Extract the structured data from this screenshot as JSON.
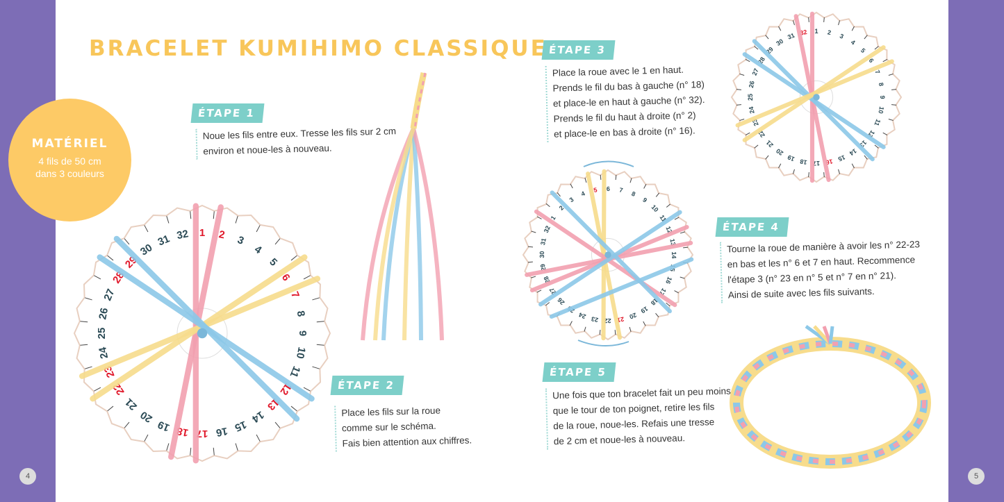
{
  "title": "BRACELET KUMIHIMO CLASSIQUE",
  "material": {
    "heading": "MATÉRIEL",
    "lines": [
      "4 fils de 50 cm",
      "dans 3 couleurs"
    ]
  },
  "steps": [
    {
      "label": "ÉTAPE 1",
      "lines": [
        "Noue les fils entre eux. Tresse les fils sur 2 cm",
        "environ et noue-les à nouveau."
      ]
    },
    {
      "label": "ÉTAPE 2",
      "lines": [
        "Place les fils sur la roue",
        "comme sur le schéma.",
        "Fais bien attention aux chiffres."
      ]
    },
    {
      "label": "ÉTAPE 3",
      "lines": [
        "Place la roue avec le 1 en haut.",
        "Prends le fil du bas à gauche (n° 18)",
        "et place-le en haut à gauche (n° 32).",
        "Prends le fil du haut à droite (n° 2)",
        "et place-le en bas à droite (n° 16)."
      ]
    },
    {
      "label": "ÉTAPE 4",
      "lines": [
        "Tourne la roue de manière à avoir les n° 22-23",
        "en bas et les n° 6 et 7 en haut. Recommence",
        "l'étape 3 (n° 23 en n° 5 et n° 7 en n° 21).",
        "Ainsi de suite avec les fils suivants."
      ]
    },
    {
      "label": "ÉTAPE 5",
      "lines": [
        "Une fois que ton bracelet fait un peu moins",
        "que le tour de ton poignet, retire les fils",
        "de la roue, noue-les. Refais une tresse",
        "de 2 cm et noue-les à nouveau."
      ]
    }
  ],
  "page_numbers": [
    "4",
    "5"
  ],
  "colors": {
    "purple": "#7d6db6",
    "yellow": "#fdca66",
    "teal": "#7dcfc9",
    "pink": "#f2a0b0",
    "blue": "#8cc8e8",
    "thread_yellow": "#f7dc8c",
    "red_number": "#e0182a"
  },
  "wheels": [
    {
      "numbers_count": 32,
      "red": [
        1,
        2,
        6,
        7,
        12,
        13,
        17,
        18,
        22,
        23,
        28,
        29
      ],
      "threads": [
        [
          1,
          17,
          "pink"
        ],
        [
          2,
          18,
          "pink"
        ],
        [
          6,
          22,
          "yellow"
        ],
        [
          7,
          23,
          "yellow"
        ],
        [
          12,
          28,
          "blue"
        ],
        [
          13,
          29,
          "blue"
        ]
      ]
    },
    {
      "numbers_count": 32,
      "red": [
        5,
        21
      ],
      "threads": [
        [
          6,
          22,
          "yellow"
        ],
        [
          5,
          21,
          "yellow"
        ],
        [
          28,
          12,
          "pink"
        ],
        [
          29,
          13,
          "pink"
        ],
        [
          1,
          17,
          "pink"
        ],
        [
          18,
          2,
          "blue"
        ],
        [
          27,
          11,
          "blue"
        ],
        [
          26,
          14,
          "blue"
        ]
      ]
    },
    {
      "numbers_count": 32,
      "red": [
        32,
        16
      ],
      "threads": [
        [
          32,
          16,
          "pink"
        ],
        [
          1,
          17,
          "pink"
        ],
        [
          28,
          12,
          "blue"
        ],
        [
          29,
          13,
          "blue"
        ],
        [
          6,
          22,
          "yellow"
        ],
        [
          7,
          23,
          "yellow"
        ]
      ]
    }
  ]
}
